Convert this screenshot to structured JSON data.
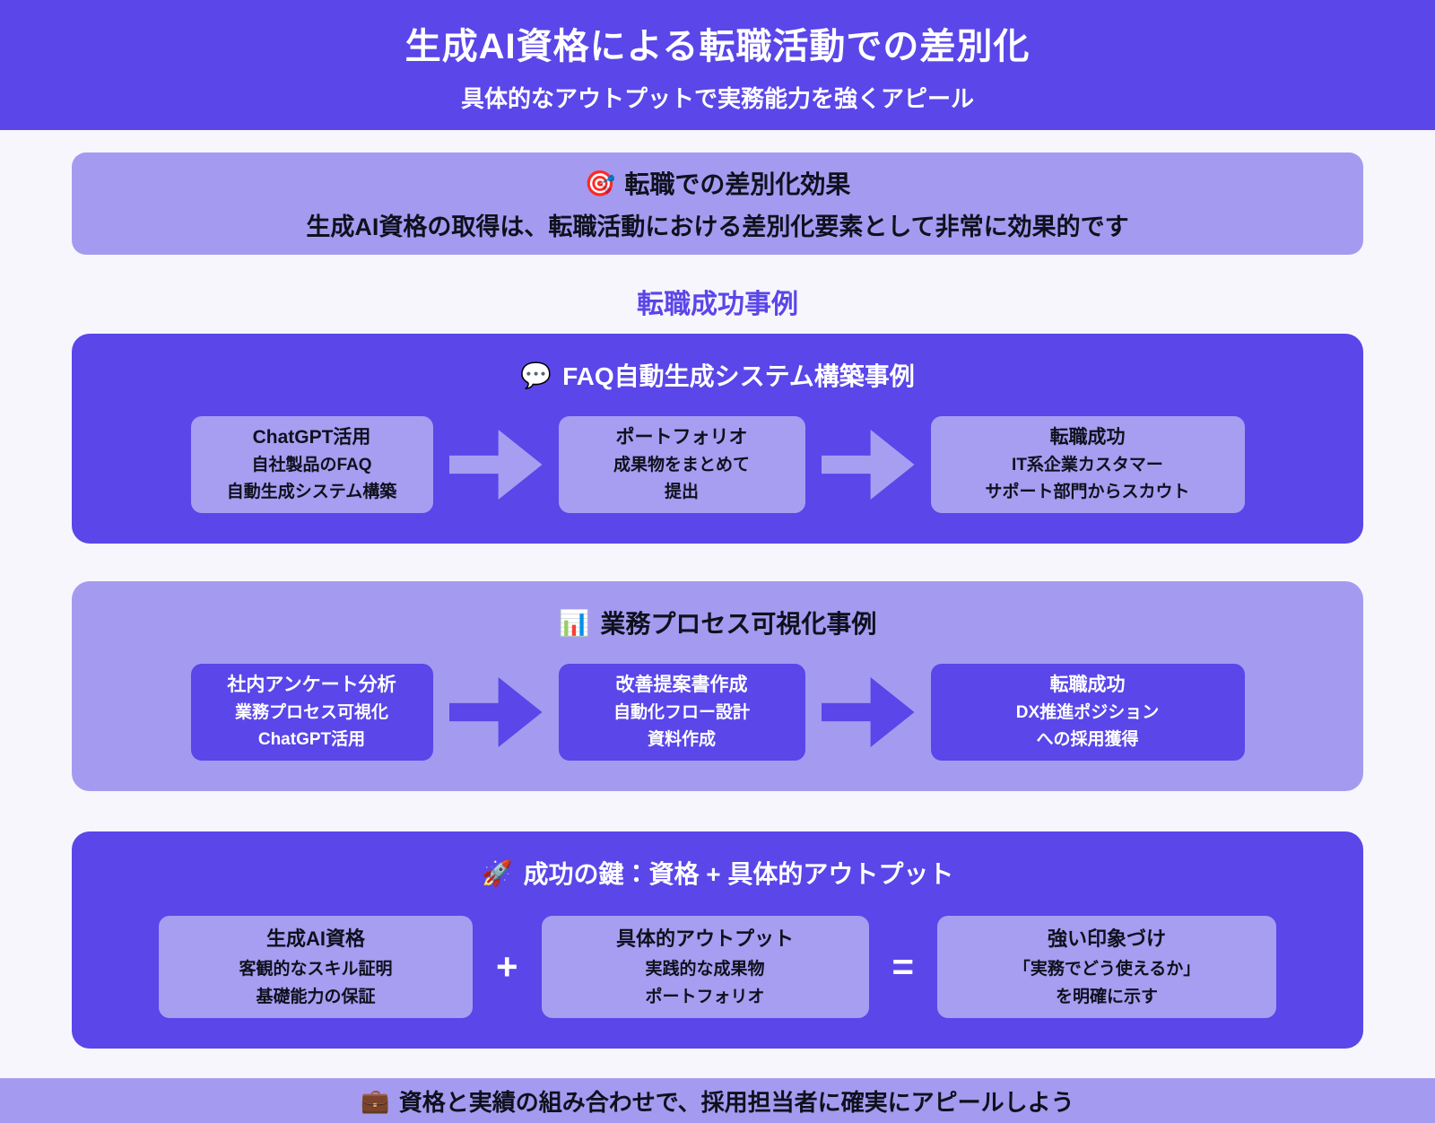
{
  "colors": {
    "primary_purple": "#5A46E9",
    "light_purple": "#A49BF0",
    "page_background": "#F7F6FD",
    "text_dark": "#10101E",
    "text_light": "#FFFFFF"
  },
  "header": {
    "title": "生成AI資格による転職活動での差別化",
    "subtitle": "具体的なアウトプットで実務能力を強くアピール"
  },
  "highlight": {
    "icon": "🎯",
    "title": "転職での差別化効果",
    "body": "生成AI資格の取得は、転職活動における差別化要素として非常に効果的です"
  },
  "section_heading": "転職成功事例",
  "case1": {
    "icon": "💬",
    "title": "FAQ自動生成システム構築事例",
    "steps": [
      {
        "line1": "ChatGPT活用",
        "line2": "自社製品のFAQ",
        "line3": "自動生成システム構築"
      },
      {
        "line1": "ポートフォリオ",
        "line2": "成果物をまとめて",
        "line3": "提出"
      },
      {
        "line1": "転職成功",
        "line2": "IT系企業カスタマー",
        "line3": "サポート部門からスカウト"
      }
    ]
  },
  "case2": {
    "icon": "📊",
    "title": "業務プロセス可視化事例",
    "steps": [
      {
        "line1": "社内アンケート分析",
        "line2": "業務プロセス可視化",
        "line3": "ChatGPT活用"
      },
      {
        "line1": "改善提案書作成",
        "line2": "自動化フロー設計",
        "line3": "資料作成"
      },
      {
        "line1": "転職成功",
        "line2": "DX推進ポジション",
        "line3": "への採用獲得"
      }
    ]
  },
  "formula": {
    "icon": "🚀",
    "title": "成功の鍵：資格 + 具体的アウトプット",
    "plus": "+",
    "equals": "=",
    "items": [
      {
        "line1": "生成AI資格",
        "line2": "客観的なスキル証明",
        "line3": "基礎能力の保証"
      },
      {
        "line1": "具体的アウトプット",
        "line2": "実践的な成果物",
        "line3": "ポートフォリオ"
      },
      {
        "line1": "強い印象づけ",
        "line2": "「実務でどう使えるか」",
        "line3": "を明確に示す"
      }
    ]
  },
  "footer": {
    "icon": "💼",
    "text": "資格と実績の組み合わせで、採用担当者に確実にアピールしよう"
  }
}
